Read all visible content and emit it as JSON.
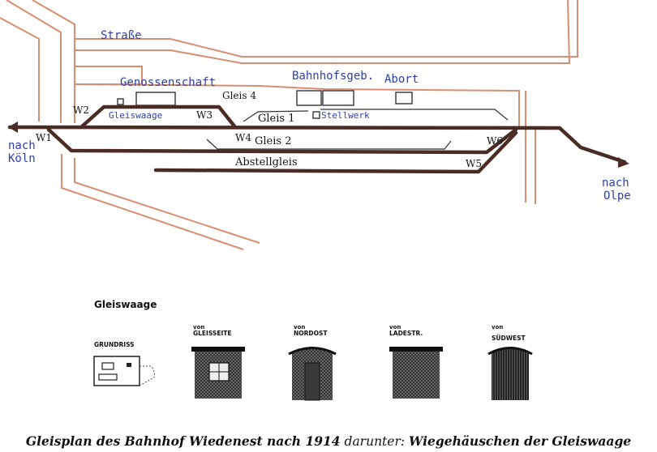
{
  "labels": {
    "strasse": "Straße",
    "genossenschaft": "Genossenschaft",
    "bahnhofsgeb": "Bahnhofsgeb.",
    "abort": "Abort",
    "gleiswaage": "Gleiswaage",
    "stellwerk": "Stellwerk",
    "gleis4": "Gleis 4",
    "gleis1": "Gleis 1",
    "gleis2": "Gleis 2",
    "abstellgleis": "Abstellgleis",
    "w1": "W1",
    "w2": "W2",
    "w3": "W3",
    "w4": "W4",
    "w5": "W5",
    "w6": "W6",
    "nach_koeln_1": "nach",
    "nach_koeln_2": "Köln",
    "nach_olpe_1": "nach",
    "nach_olpe_2": "Olpe"
  },
  "lower": {
    "title": "Gleiswaage",
    "grundriss": "GRUNDRISS",
    "views": [
      {
        "von": "von",
        "name": "GLEISSEITE"
      },
      {
        "von": "von",
        "name": "NORDOST"
      },
      {
        "von": "von",
        "name": "LADESTR."
      },
      {
        "von": "von",
        "name": "SÜDWEST"
      }
    ]
  },
  "caption": {
    "part1": "Gleisplan des Bahnhof Wiedenest nach 1914",
    "part2": " darunter: ",
    "part3": "Wiegehäuschen der Gleiswaage"
  },
  "colors": {
    "road": "#d98e72",
    "track": "#4a2c24",
    "label_blue": "#2f3fa8"
  }
}
